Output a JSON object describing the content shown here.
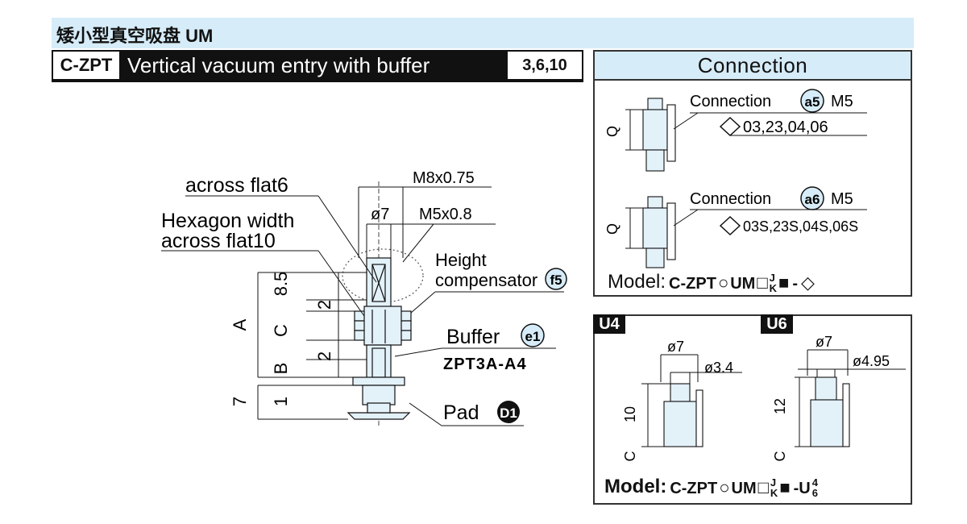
{
  "header": {
    "title": "矮小型真空吸盘 UM"
  },
  "title_row": {
    "code": "C-ZPT",
    "title": "Vertical vacuum entry with buffer",
    "sizes": "3,6,10"
  },
  "main_diagram": {
    "labels": {
      "across_flat6": "across flat6",
      "hex_line1": "Hexagon width",
      "hex_line2": "across flat10",
      "m8": "M8x0.75",
      "dia7": "ø7",
      "m5": "M5x0.8",
      "height_line1": "Height",
      "height_line2": "compensator",
      "f5": "f5",
      "buffer": "Buffer",
      "e1": "e1",
      "zpt": "ZPT3A-A4",
      "pad": "Pad",
      "d1": "D1"
    },
    "dims": {
      "A": "A",
      "d85": "8.5",
      "d2a": "2",
      "C": "C",
      "d2b": "2",
      "B": "B",
      "d7": "7",
      "d1": "1"
    }
  },
  "connection": {
    "title": "Connection",
    "a5": {
      "prefix": "Connection",
      "badge": "a5",
      "thread": "M5",
      "codes": "03,23,04,06",
      "q": "Q"
    },
    "a6": {
      "prefix": "Connection",
      "badge": "a6",
      "thread": "M5",
      "codes": "03S,23S,04S,06S",
      "q": "Q"
    },
    "model": {
      "label": "Model:",
      "code": "C-ZPT",
      "um": "UM",
      "j": "J",
      "k": "K",
      "dash": "-"
    }
  },
  "u_options": {
    "u4": {
      "badge": "U4",
      "dia_outer": "ø7",
      "dia_inner": "ø3.4",
      "height": "10",
      "c": "C"
    },
    "u6": {
      "badge": "U6",
      "dia_outer": "ø7",
      "dia_inner": "ø4.95",
      "height": "12",
      "c": "C"
    },
    "model": {
      "label": "Model:",
      "code": "C-ZPT",
      "um": "UM",
      "j": "J",
      "k": "K",
      "suffix": "-U",
      "n4": "4",
      "n6": "6"
    }
  },
  "colors": {
    "header_bg": "#d6ecf8",
    "part_fill": "#e3f1f9",
    "ink": "#111111"
  }
}
